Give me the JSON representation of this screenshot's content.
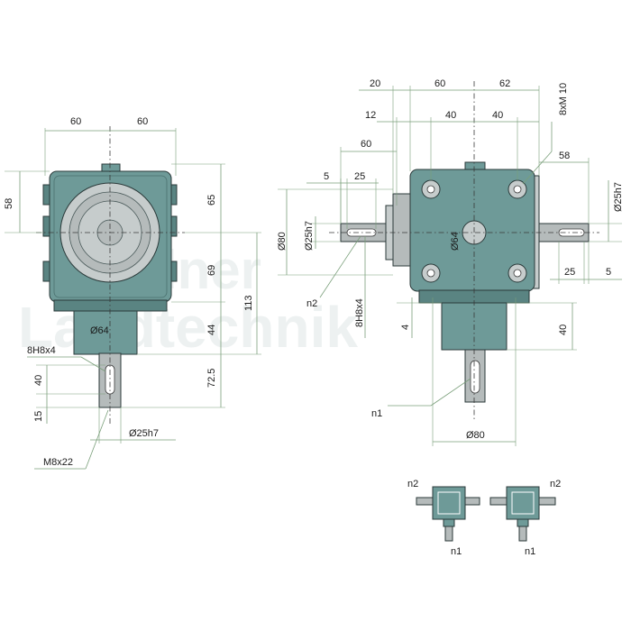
{
  "colors": {
    "housing": "#6e9a98",
    "housing_dark": "#5a8482",
    "shaft": "#b5bbbb",
    "flange": "#c6cccc",
    "dimension_line": "#7a9f7a"
  },
  "watermark": {
    "line1": "Lindner",
    "line2": "Landtechnik"
  },
  "left_view": {
    "top_dims": [
      "60",
      "60"
    ],
    "side_58": "58",
    "right_dims": [
      "65",
      "69",
      "44",
      "72.5"
    ],
    "overall_113": "113",
    "dia_64": "Ø64",
    "keyway": "8H8x4",
    "shaft_40": "40",
    "shaft_15": "15",
    "dia_shaft": "Ø25h7",
    "thread": "M8x22"
  },
  "right_view": {
    "top_row1": [
      "20",
      "60",
      "62"
    ],
    "thread_holes": "8xM 10",
    "top_12": "12",
    "top_40a": "40",
    "top_40b": "40",
    "left_60": "60",
    "left_5": "5",
    "left_25": "25",
    "right_58": "58",
    "dia_80_left": "Ø80",
    "dia_25_left": "Ø25h7",
    "dia_64": "Ø64",
    "dia_25_right": "Ø25h7",
    "right_25": "25",
    "right_5": "5",
    "n2": "n2",
    "keyway": "8H8x4",
    "dim_4": "4",
    "dim_40": "40",
    "n1": "n1",
    "dia_80_bottom": "Ø80"
  },
  "variants": [
    {
      "top_label": "n2",
      "bottom_label": "n1"
    },
    {
      "top_label": "n2",
      "bottom_label": "n1"
    }
  ]
}
